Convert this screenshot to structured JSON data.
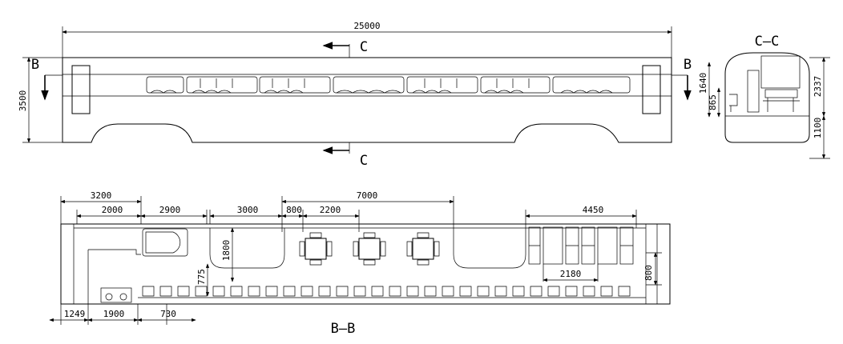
{
  "side_view": {
    "overall_length": "25000",
    "height": "3500",
    "section_marker": "B",
    "section_cut": "C"
  },
  "section_cc": {
    "title": "C—C",
    "dims": {
      "d1640": "1640",
      "d865": "865",
      "d2337": "2337",
      "d1100": "1100"
    }
  },
  "plan_bb": {
    "title": "B—B",
    "top_dims": [
      "3200",
      "2000",
      "2900",
      "3000",
      "800",
      "2200",
      "7000",
      "4450"
    ],
    "side_dims": [
      "1800",
      "775",
      "800"
    ],
    "bottom_dims": [
      "1249",
      "1900",
      "730",
      "2180"
    ]
  }
}
